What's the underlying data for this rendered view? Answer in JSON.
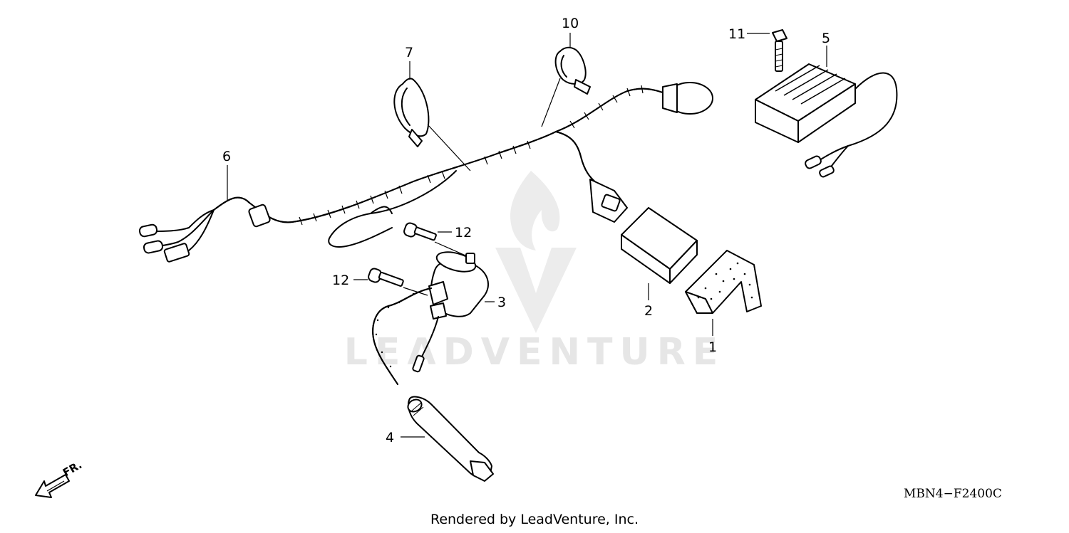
{
  "diagram": {
    "drawing_code": "MBN4−F2400C",
    "footer": "Rendered by LeadVenture, Inc.",
    "watermark": "LEADVENTURE",
    "direction_label": "FR.",
    "callouts": {
      "c1": "1",
      "c2": "2",
      "c3": "3",
      "c4": "4",
      "c5": "5",
      "c6": "6",
      "c7": "7",
      "c10": "10",
      "c11": "11",
      "c12a": "12",
      "c12b": "12"
    }
  }
}
